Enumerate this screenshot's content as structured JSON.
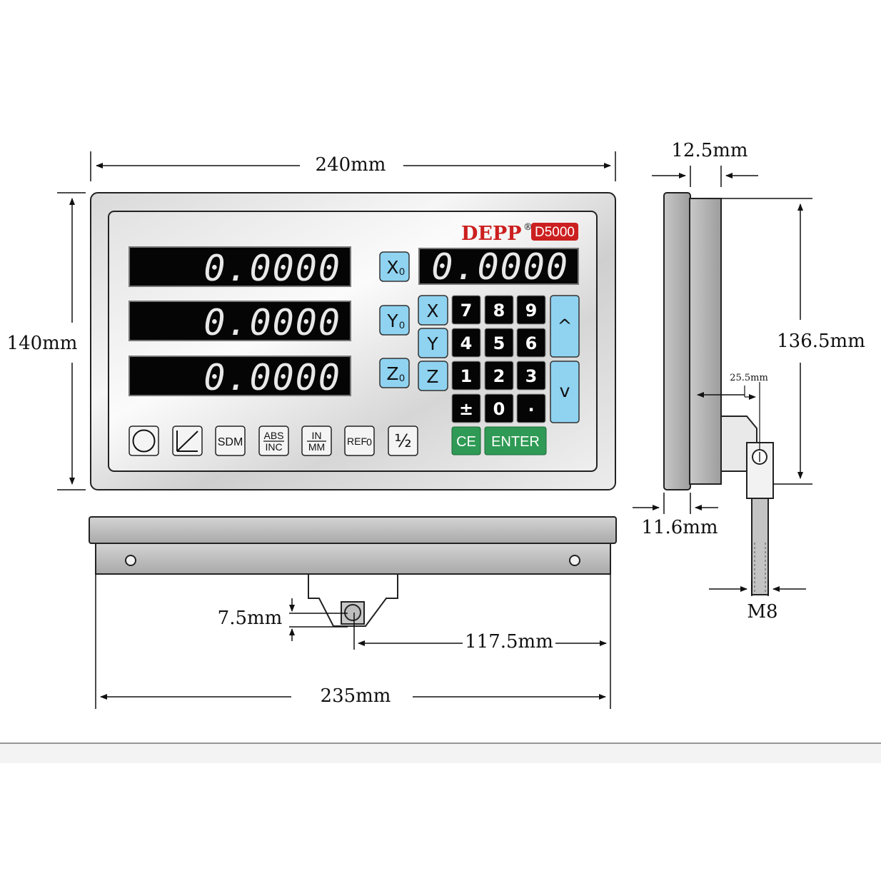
{
  "brand": {
    "name": "DEPP",
    "mark": "®",
    "model": "D5000"
  },
  "displays": {
    "x": "0.0000",
    "y": "0.0000",
    "z": "0.0000",
    "aux": "0.0000"
  },
  "axis_zero_keys": {
    "x": "X",
    "y": "Y",
    "z": "Z",
    "sub": "0"
  },
  "axis_keys": {
    "x": "X",
    "y": "Y",
    "z": "Z"
  },
  "numpad": {
    "row1": [
      "7",
      "8",
      "9"
    ],
    "row2": [
      "4",
      "5",
      "6"
    ],
    "row3": [
      "1",
      "2",
      "3"
    ],
    "row4": [
      "±",
      "0",
      "·"
    ]
  },
  "arrows": {
    "up": "^",
    "down": "v"
  },
  "actions": {
    "ce": "CE",
    "enter": "ENTER"
  },
  "function_keys": {
    "sdm": "SDM",
    "abs": "ABS",
    "inc": "INC",
    "in": "IN",
    "mm": "MM",
    "ref": "REF",
    "ref_sub": "0",
    "half": "½"
  },
  "dimensions": {
    "width_top": "240mm",
    "height": "140mm",
    "depth_front": "12.5mm",
    "side_height": "136.5mm",
    "mount_offset": "25.5mm",
    "depth_back": "11.6mm",
    "bolt": "M8",
    "bottom_gap": "7.5mm",
    "bolt_center": "117.5mm",
    "width_bottom": "235mm"
  },
  "colors": {
    "axis_key": "#8fd3f1",
    "action_key": "#2f9a55",
    "brand_red": "#cc1f1f",
    "lcd_bg": "#050505"
  }
}
